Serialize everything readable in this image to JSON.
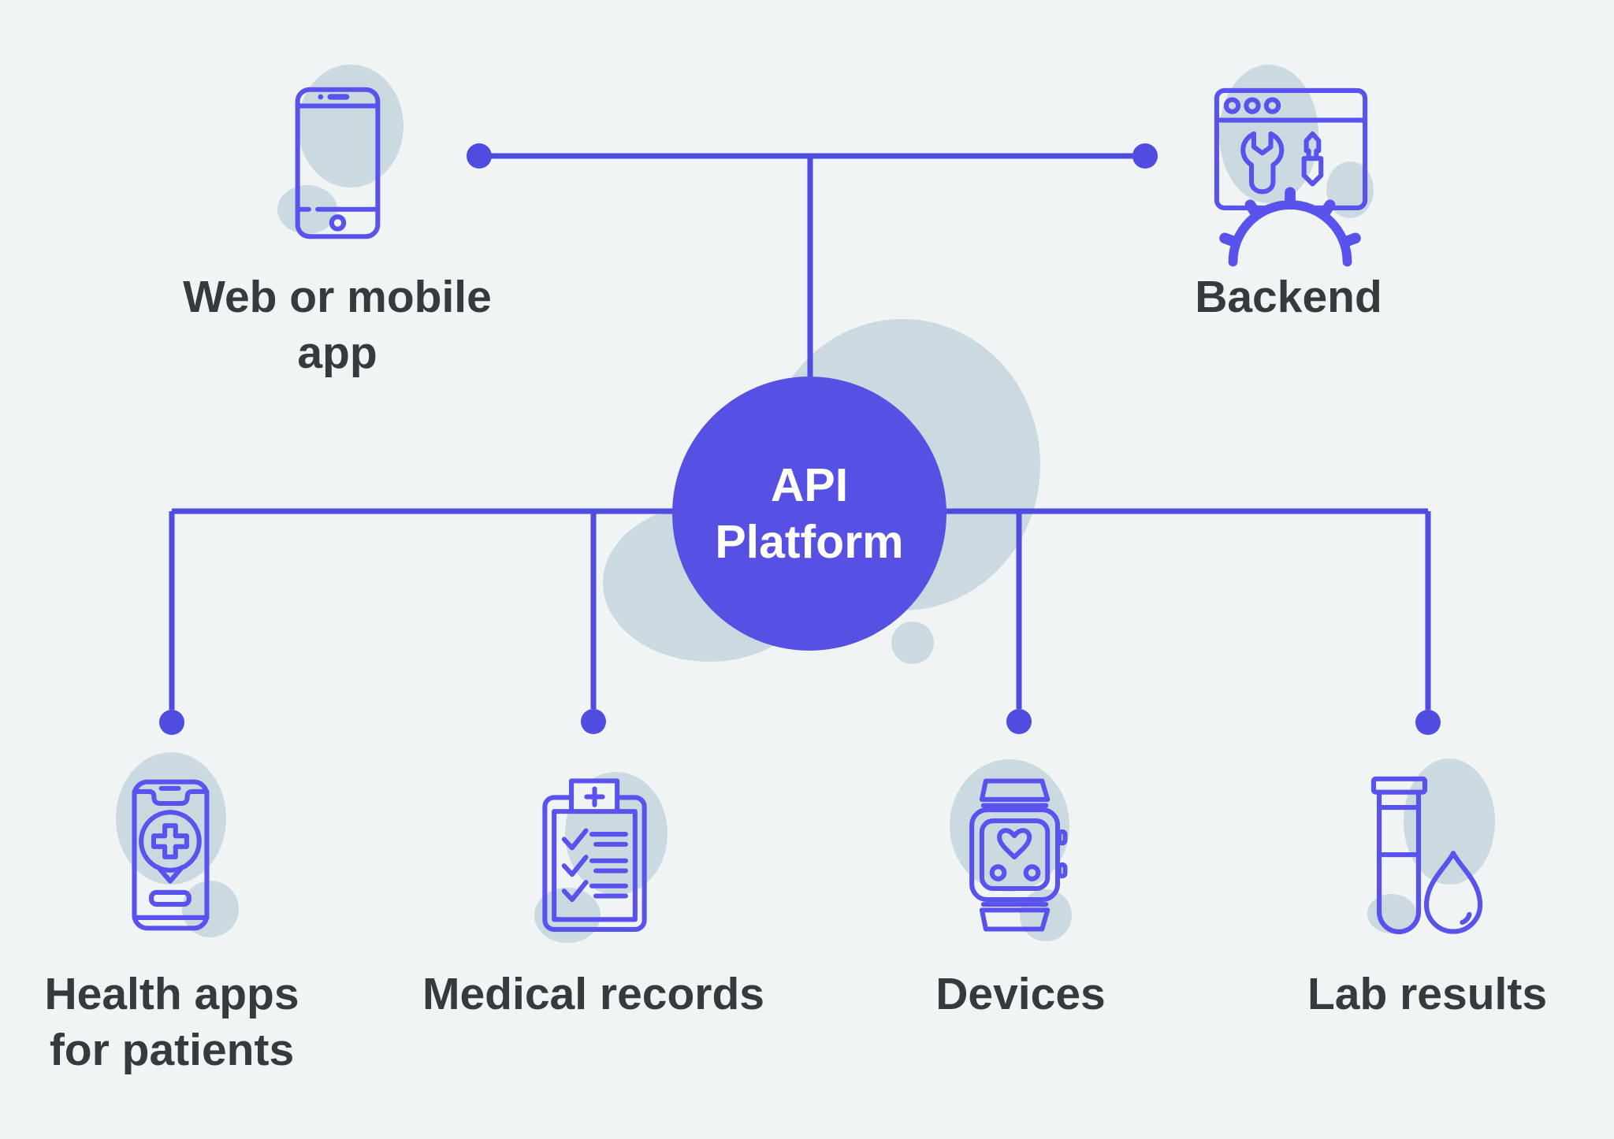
{
  "title": "API Platform diagram",
  "colors": {
    "background": "#f0f4f4",
    "accent": "#4f4cdf",
    "icon_stroke": "#5a52ec",
    "center_fill": "#5751e3",
    "blob": "#cadae0",
    "label_text": "#343a3d",
    "center_text": "#ffffff"
  },
  "center": {
    "label": "API\nPlatform"
  },
  "nodes": [
    {
      "id": "web-or-mobile-app",
      "label": "Web or mobile\napp",
      "icon": "smartphone-icon",
      "position": "top-left"
    },
    {
      "id": "backend",
      "label": "Backend",
      "icon": "browser-dev-tools-icon",
      "position": "top-right"
    },
    {
      "id": "health-apps-for-patients",
      "label": "Health apps\nfor patients",
      "icon": "phone-medical-pin-icon",
      "position": "bottom-1"
    },
    {
      "id": "medical-records",
      "label": "Medical records",
      "icon": "clipboard-checklist-icon",
      "position": "bottom-2"
    },
    {
      "id": "devices",
      "label": "Devices",
      "icon": "smartwatch-heart-icon",
      "position": "bottom-3"
    },
    {
      "id": "lab-results",
      "label": "Lab results",
      "icon": "test-tube-droplet-icon",
      "position": "bottom-4"
    }
  ]
}
